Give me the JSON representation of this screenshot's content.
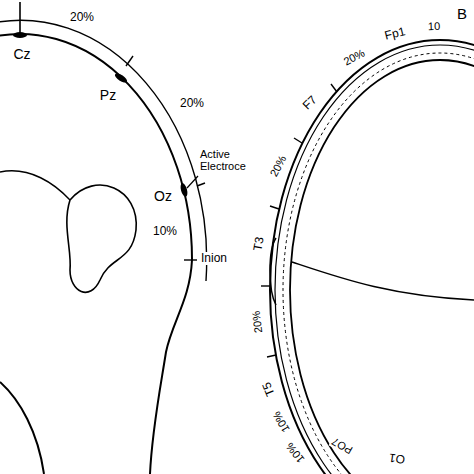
{
  "diagram": {
    "labels": [
      "20%",
      "Cz",
      "20%",
      "Pz",
      "Active Electroce",
      "Oz",
      "10%",
      "Inion",
      "B",
      "Fp1",
      "10",
      "20%",
      "F7",
      "20%",
      "T3",
      "20%",
      "T5",
      "10%",
      "10%",
      "PO7",
      "O1"
    ]
  }
}
